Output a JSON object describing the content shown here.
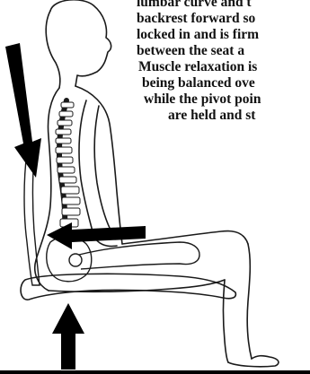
{
  "caption": {
    "lines": [
      "lumbar curve and t",
      "backrest forward so",
      "locked in and is firm",
      "between the seat a",
      "Muscle relaxation is",
      "being balanced ove",
      "while the pivot poin",
      "are held and st"
    ]
  },
  "colors": {
    "ink": "#111111",
    "background": "#ffffff",
    "arrow": "#000000"
  },
  "icons": {
    "downward_arrow": "arrow-down-icon",
    "upward_arrow": "arrow-up-icon",
    "leftward_arrow": "arrow-left-icon"
  }
}
